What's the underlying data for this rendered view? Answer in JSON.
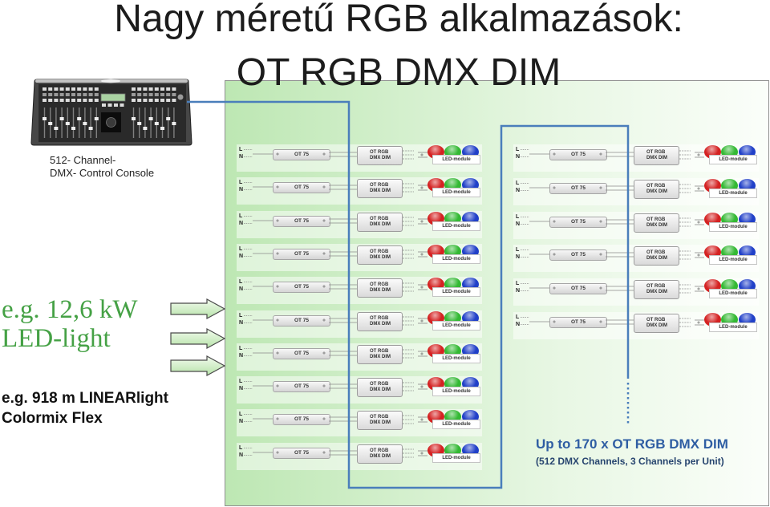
{
  "title": {
    "line1": "Nagy méretű RGB alkalmazások:",
    "line2": "OT RGB DMX DIM"
  },
  "console": {
    "caption_line1": "512- Channel-",
    "caption_line2": "DMX- Control Console"
  },
  "power": {
    "line1": "e.g. 12,6 kW",
    "line2": "LED-light"
  },
  "length": {
    "line1": "e.g. 918 m LINEARlight",
    "line2": "Colormix Flex"
  },
  "unit": {
    "l_label": "L",
    "n_label": "N",
    "driver_label": "OT 75",
    "dimmer_line1": "OT RGB",
    "dimmer_line2": "DMX DIM",
    "led_label": "LED-module"
  },
  "summary": {
    "line1": "Up to 170 x OT RGB DMX DIM",
    "line2": "(512 DMX Channels, 3 Channels per Unit)"
  },
  "icons": {
    "input_arrows": "arrow-right-icon",
    "terminal_marks": "plus-icon"
  },
  "colors": {
    "title_text": "#1c1c1c",
    "highlight_green": "#45a145",
    "dmx_line": "#4a7ebb",
    "summary_blue": "#2f5ea3",
    "led_red": "#d42222",
    "led_green": "#34b934",
    "led_blue": "#2140c8"
  }
}
